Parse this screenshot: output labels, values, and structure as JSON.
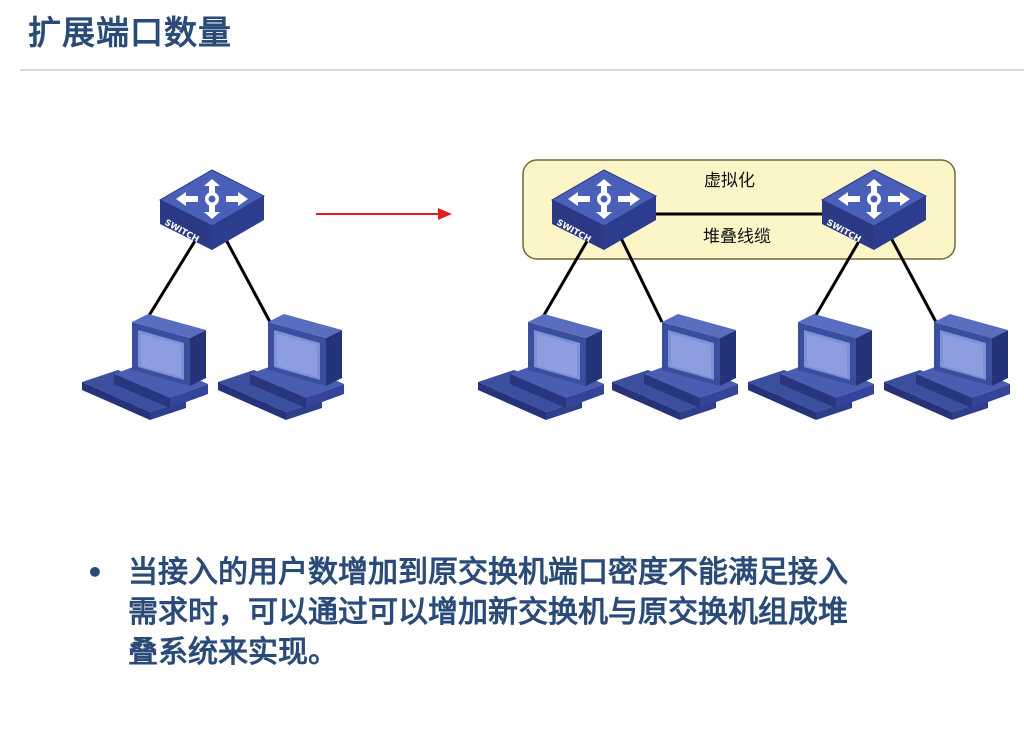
{
  "header": {
    "title": "扩展端口数量"
  },
  "diagram": {
    "virtualization_label": "虚拟化",
    "stack_cable_label": "堆叠线缆",
    "switch_label": "SWITCH"
  },
  "bullets": [
    {
      "text": "当接入的用户数增加到原交换机端口密度不能满足接入\n需求时，可以通过可以增加新交换机与原交换机组成堆\n叠系统来实现。"
    }
  ],
  "colors": {
    "title": "#2a4a78",
    "arrow": "#e02020",
    "stack_box_fill": "#fbf5c8",
    "stack_box_stroke": "#6e6a3c",
    "device_blue": "#3a4f9e"
  }
}
